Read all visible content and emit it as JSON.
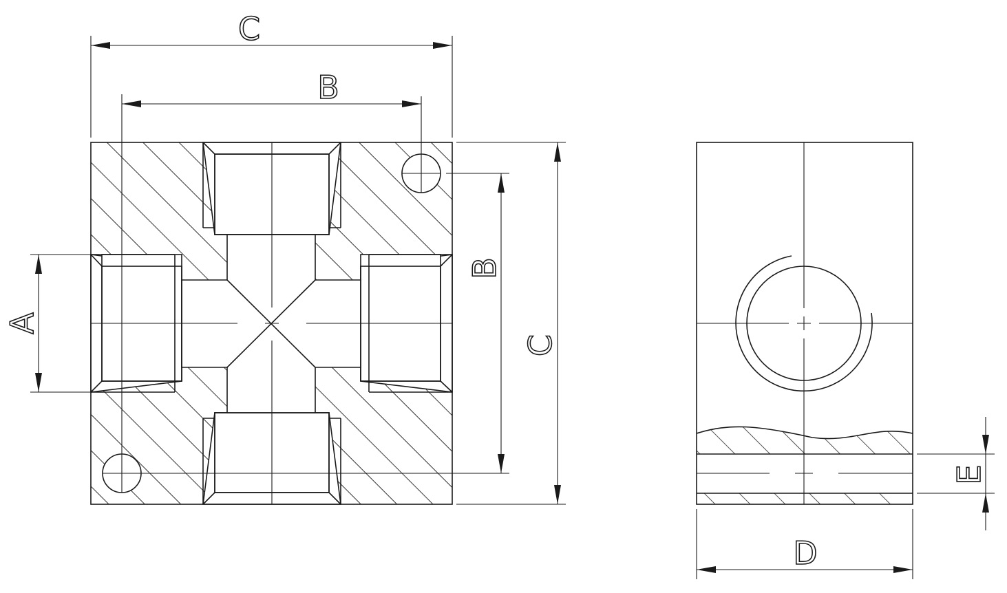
{
  "labels": {
    "front_top_c": "C",
    "front_top_b": "B",
    "front_left_a": "A",
    "front_right_b": "B",
    "front_right_c": "C",
    "side_bottom_d": "D",
    "side_right_e": "E"
  }
}
